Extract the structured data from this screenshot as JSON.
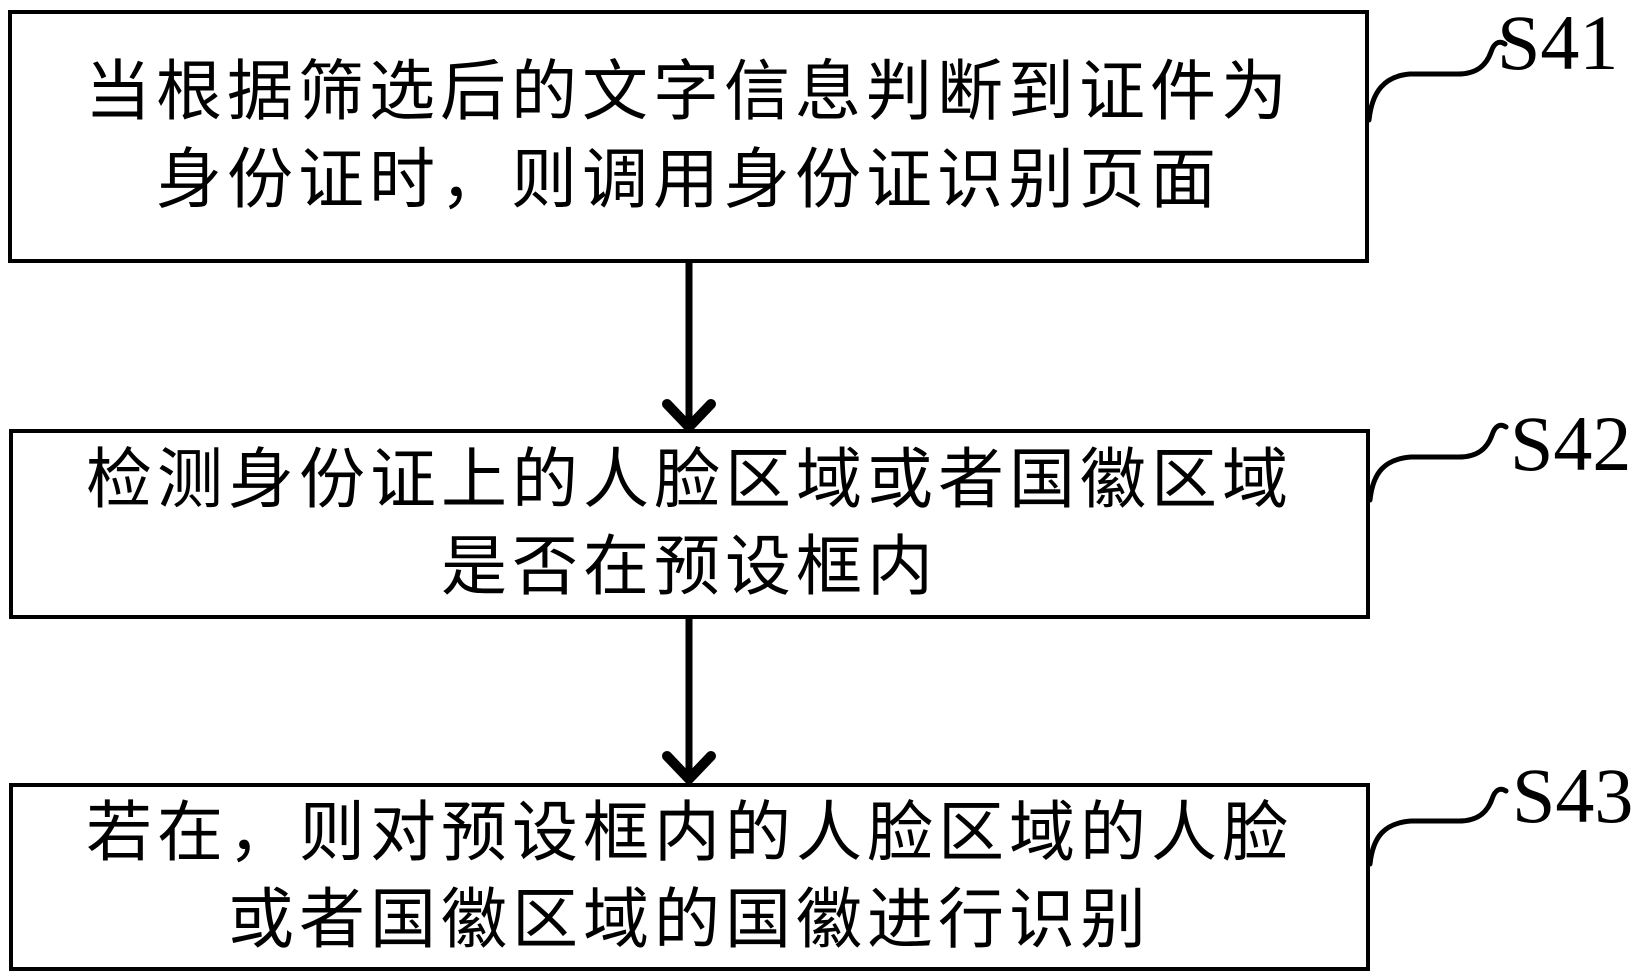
{
  "flowchart": {
    "background_color": "#ffffff",
    "line_color": "#000000",
    "text_color": "#000000",
    "steps": [
      {
        "label": "S41",
        "text": "当根据筛选后的文字信息判断到证件为身份证时，则调用身份证识别页面",
        "lines": [
          "当根据筛选后的文字信息判断到证件为",
          "身份证时，则调用身份证识别页面"
        ]
      },
      {
        "label": "S42",
        "text": "检测身份证上的人脸区域或者国徽区域是否在预设框内",
        "lines": [
          "检测身份证上的人脸区域或者国徽区域",
          "是否在预设框内"
        ]
      },
      {
        "label": "S43",
        "text": "若在，则对预设框内的人脸区域的人脸或者国徽区域的国徽进行识别",
        "lines": [
          "若在，则对预设框内的人脸区域的人脸",
          "或者国徽区域的国徽进行识别"
        ]
      }
    ],
    "connections": [
      {
        "from": "S41",
        "to": "S42",
        "type": "arrow-down"
      },
      {
        "from": "S42",
        "to": "S43",
        "type": "arrow-down"
      }
    ]
  }
}
